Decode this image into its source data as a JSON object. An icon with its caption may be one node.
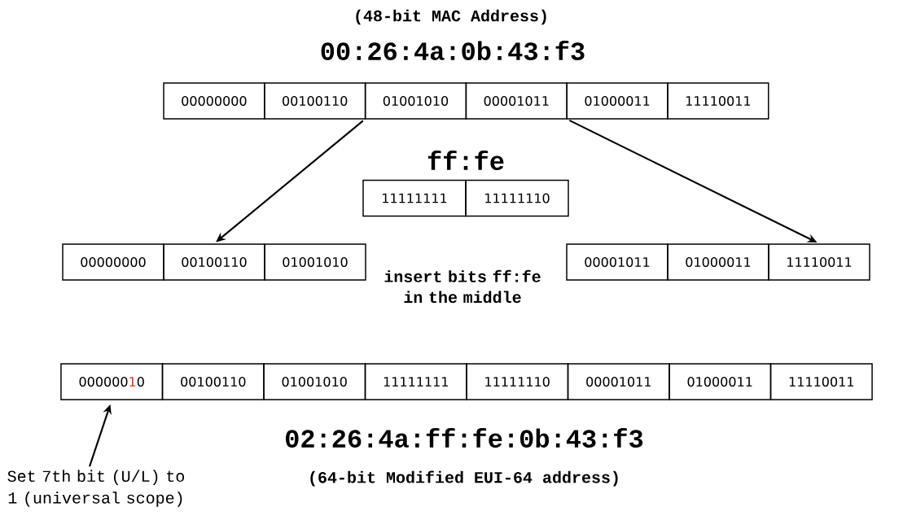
{
  "diagram": {
    "nodes": [
      {
        "text": [
          "00000000"
        ]
      },
      {
        "text": [
          "00100110"
        ]
      },
      {
        "text": [
          "01001010"
        ]
      },
      {
        "text": [
          "00001011"
        ]
      },
      {
        "text": [
          "01000011"
        ]
      },
      {
        "text": [
          "11110011"
        ]
      },
      {
        "text": [
          "11111111"
        ]
      },
      {
        "text": [
          "11111110"
        ]
      },
      {
        "text": [
          "00000000"
        ]
      },
      {
        "text": [
          "00100110"
        ]
      },
      {
        "text": [
          "01001010"
        ]
      },
      {
        "text": [
          "00001011"
        ]
      },
      {
        "text": [
          "01000011"
        ]
      },
      {
        "text": [
          "11110011"
        ]
      },
      {
        "text": [
          "000000",
          "1",
          "0"
        ]
      },
      {
        "text": [
          "00100110"
        ]
      },
      {
        "text": [
          "01001010"
        ]
      },
      {
        "text": [
          "11111111"
        ]
      },
      {
        "text": [
          "11111110"
        ]
      },
      {
        "text": [
          "00001011"
        ]
      },
      {
        "text": [
          "01000011"
        ]
      },
      {
        "text": [
          "11110011"
        ]
      },
      {
        "text": [
          "Set 7th bit (U/L) to 1 (universal scope)"
        ]
      }
    ],
    "edges": [
      {
        "from": 2,
        "to": 9,
        "arrow": "to"
      },
      {
        "from": 3,
        "to": 13,
        "arrow": "to"
      },
      {
        "from": 22,
        "to": 14,
        "arrow": "to"
      }
    ],
    "labels": [
      "(48-bit MAC Address)",
      "00:26:4a:0b:43:f3",
      "ff:fe",
      "insert bits ff:fe in the middle",
      "02:26:4a:ff:fe:0b:43:f3",
      "(64-bit Modified EUI-64 address)"
    ]
  }
}
